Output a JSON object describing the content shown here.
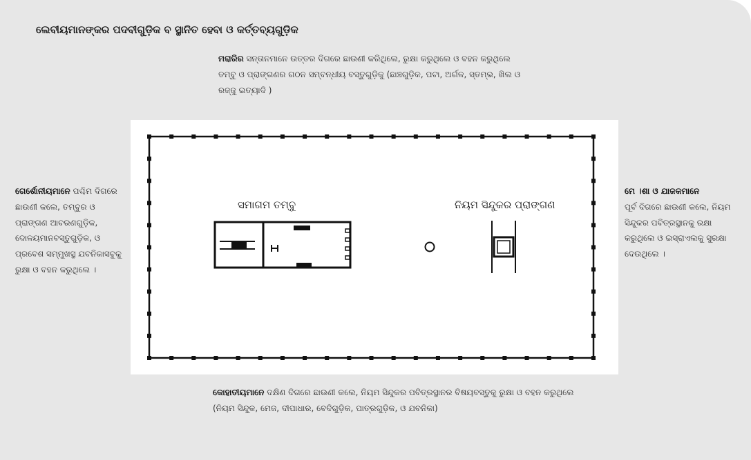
{
  "title": "ଲେବୀୟମାନଙ୍କର ପଦବୀଗୁଡ଼ିକ ବ ସ୍ଥାନିତ ହେବା ଓ କର୍ତ୍ତବ୍ୟଗୁଡ଼ିକ",
  "north": {
    "name": "ମରାରିର",
    "text": "ସନ୍ତାନମାନେ ଉତ୍ତର ଦିଗରେ ଛାଉଣୀ କରିଥିଲେ, ରୁକ୍ଷା କରୁଥିଲେ ଓ ବହନ କରୁଥିଲେ ତମ୍ବୁ ଓ ପ୍ରାଙ୍ଗଣର ଗଠନ ସମ୍ବନ୍ଧୀୟ ବସ୍ତୁଗୁଡ଼ିକୁ (ଛାଞ୍ଚଗୁଡ଼ିକ, ପଟା, ଅର୍ଗଳ, ସ୍ତମ୍ଭ, ଖିଲ ଓ ରଜ୍ଜୁ ଇତ୍ୟାଦି )"
  },
  "west": {
    "name": "ଗେର୍ଶୋନୀୟମାନେ",
    "text": "ପଶ୍ଚିମ ଦିଗରେ ଛାଉଣୀ କଲେ, ତମ୍ବୁର ଓ ପ୍ରାଙ୍ଗଣ ଆବରଣଗୁଡ଼ିକ, ଦୋଳୟମାନବସ୍ତୁଗୁଡ଼ିକ, ଓ ପ୍ରବେଶ ସମ୍ମୁଖସ୍ଥ ଯବନିକାସବୁକୁ ରୁକ୍ଷା ଓ ବହନ କରୁଥିଲେ ।"
  },
  "east": {
    "name": "ମେ ।ଶା ଓ ଯାଜକମାନେ",
    "text": "ପୂର୍ବ ଦିଗରେ ଛାଉଣୀ କଲେ, ନିୟମ ସିନ୍ଦୁକର ପବିତ୍ରସ୍ଥାନକୁ ରକ୍ଷା କରୁଥିଲେ ଓ ଇସ୍ରାଏଲକୁ ସୁରକ୍ଷା ଦେଉଥିଲେ ।"
  },
  "south": {
    "name": "କୋହାତୀୟମାନେ",
    "text": "ଦକ୍ଷିଣ ଦିଗରେ ଛାଉଣୀ କଲେ, ନିୟମ ସିନ୍ଦୁକର ପବିତ୍ରସ୍ଥାନର ବିଷୟବସ୍ତୁକୁ ରୁକ୍ଷା ଓ ବହନ କରୁଥିଲେ (ନିୟମ ସିନ୍ଦୁକ, ମେଜ, ଦୀପାଧାର, ବେଦିଗୁଡ଼ିକ, ପାତ୍ରଗୁଡ଼ିକ, ଓ ଯବନିକା)"
  },
  "diagram": {
    "tent_label": "ସମାଗମ ତମ୍ବୁ",
    "court_label": "ନିୟମ ସିନ୍ଦୁକର ପ୍ରାଙ୍ଗଣ"
  },
  "colors": {
    "panel_bg": "#e7e7e7",
    "diagram_bg": "#ffffff",
    "line": "#111111"
  }
}
